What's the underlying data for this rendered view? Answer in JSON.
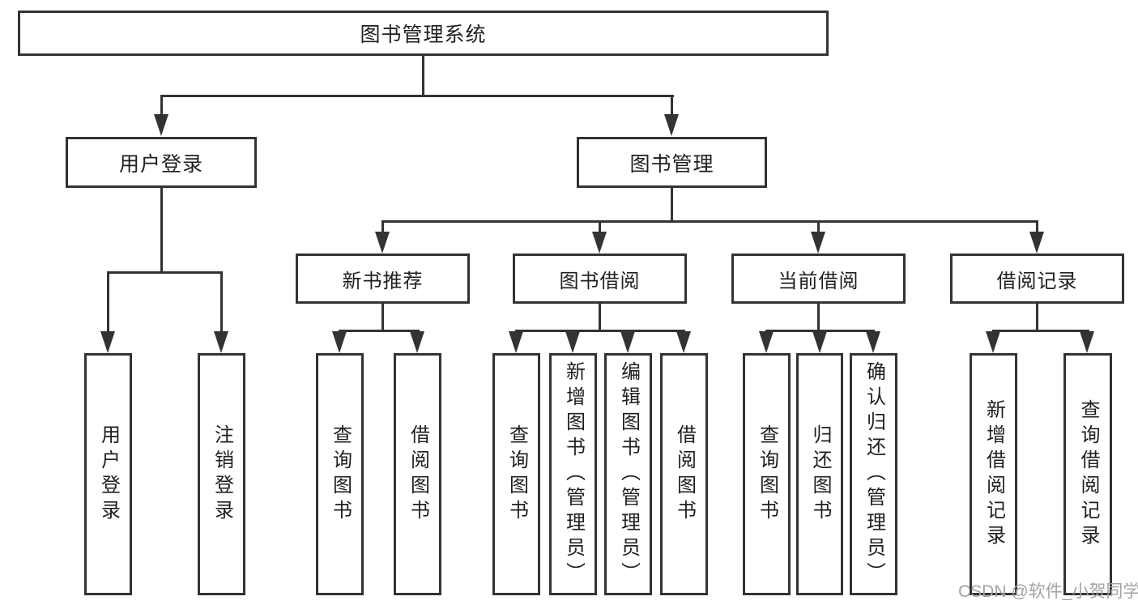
{
  "nodes": {
    "root": "图书管理系统",
    "level2": {
      "user_login": "用户登录",
      "book_mgmt": "图书管理"
    },
    "level3": {
      "new_book_rec": "新书推荐",
      "book_borrow": "图书借阅",
      "current_borrow": "当前借阅",
      "borrow_records": "借阅记录"
    },
    "leaves": {
      "user_login_login": "用户登录",
      "user_login_logout": "注销登录",
      "rec_query_book": "查询图书",
      "rec_borrow_book": "借阅图书",
      "borrow_query_book": "查询图书",
      "borrow_add_book": "新增图书（管理员）",
      "borrow_edit_book": "编辑图书（管理员）",
      "borrow_borrow_book": "借阅图书",
      "current_query_book": "查询图书",
      "current_return_book": "归还图书",
      "current_confirm_return": "确认归还（管理员）",
      "records_add_record": "新增借阅记录",
      "records_query_record": "查询借阅记录"
    }
  },
  "watermark": {
    "text": "CSDN @软件_小贺同学"
  },
  "colors": {
    "line": "#333333",
    "text": "#1f1f1f",
    "watermark": "#a3a3a3",
    "background": "#ffffff"
  }
}
